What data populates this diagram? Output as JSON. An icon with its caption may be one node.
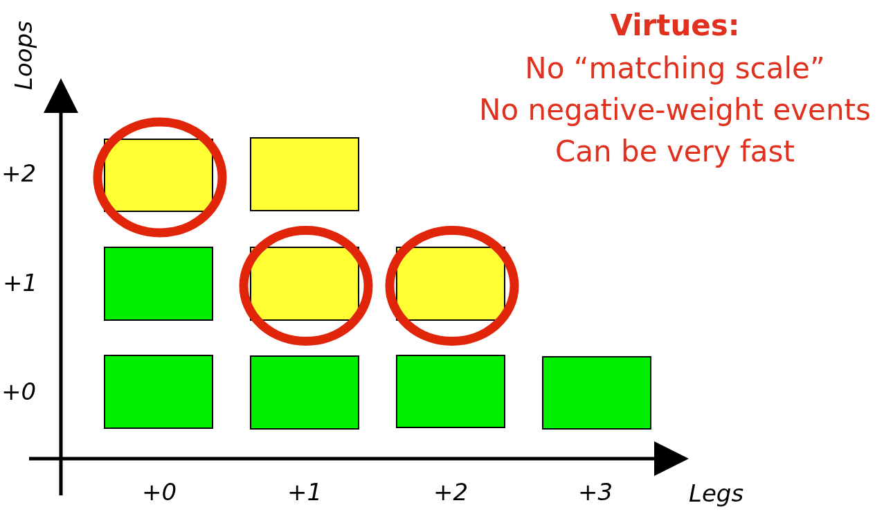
{
  "diagram": {
    "nodes": [
      {
        "text": [],
        "shape": "box"
      },
      {
        "text": [],
        "shape": "box"
      },
      {
        "text": [],
        "shape": "box"
      },
      {
        "text": [],
        "shape": "box"
      },
      {
        "text": [],
        "shape": "box"
      },
      {
        "text": [],
        "shape": "box"
      },
      {
        "text": [],
        "shape": "box"
      },
      {
        "text": [],
        "shape": "box"
      },
      {
        "text": [],
        "shape": "box"
      }
    ],
    "edges": [],
    "labels": [
      "Loops",
      "Virtues:",
      "No “matching scale”",
      "No negative-weight events",
      "Can be very fast",
      "+2",
      "+1",
      "+0",
      "+0",
      "+1",
      "+2",
      "+3",
      "Legs"
    ]
  }
}
